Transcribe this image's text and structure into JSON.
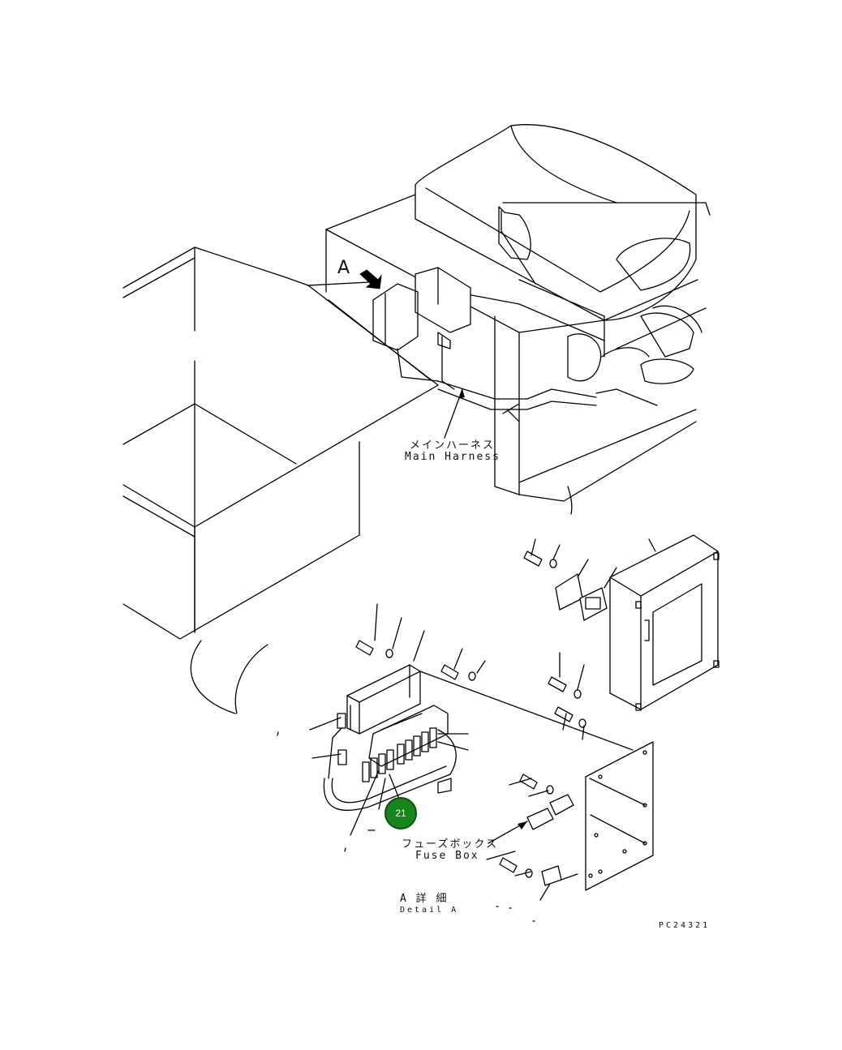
{
  "view_marker": "A",
  "labels": {
    "main_harness_jp": "メインハーネス",
    "main_harness_en": "Main Harness",
    "fuse_box_jp": "フューズボックス",
    "fuse_box_en": "Fuse Box",
    "detail_jp": "A 詳 細",
    "detail_en": "Detail A",
    "drawing_no": "PC24321"
  },
  "callouts": [
    {
      "number": "21",
      "color": "#16861a"
    }
  ]
}
